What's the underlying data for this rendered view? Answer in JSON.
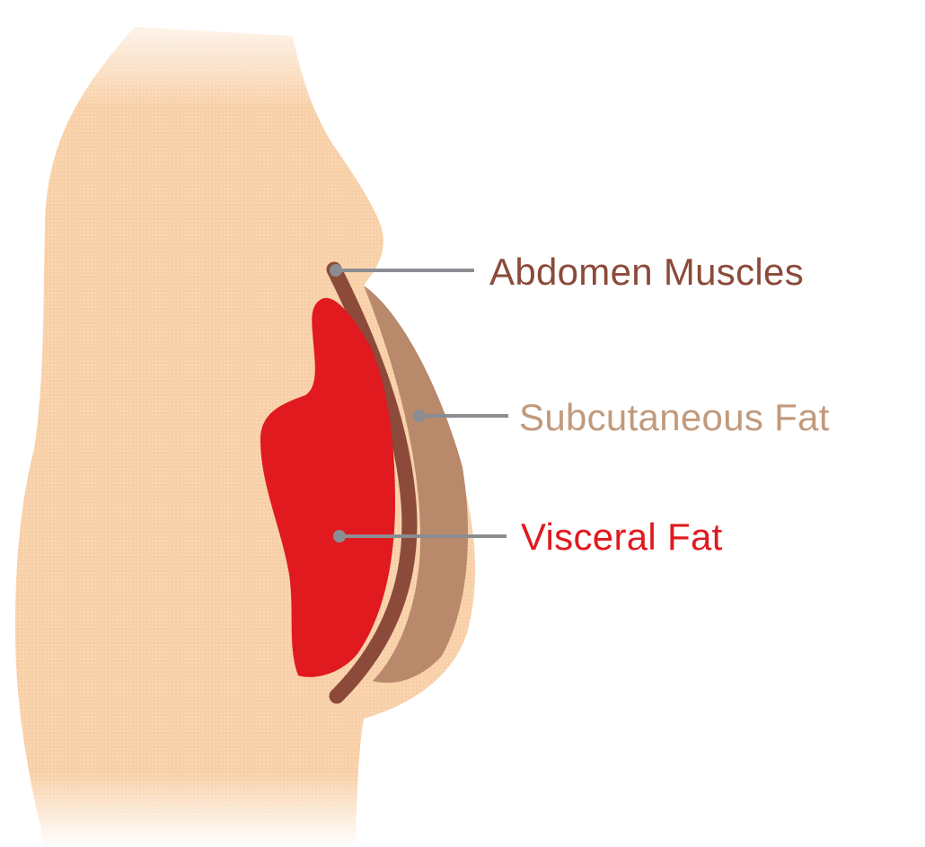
{
  "labels": {
    "abdomen_muscles": "Abdomen Muscles",
    "subcutaneous_fat": "Subcutaneous Fat",
    "visceral_fat": "Visceral Fat"
  },
  "colors": {
    "background": "#ffffff",
    "body_skin": "#f8cfa6",
    "subcutaneous_fat": "#b8896a",
    "abdomen_muscles": "#8b4a3a",
    "visceral_fat": "#e01a1f",
    "leader_line": "#8a8d92",
    "label_muscles": "#8b4a3a",
    "label_subcutaneous": "#c19a7c",
    "label_visceral": "#e01a1f"
  }
}
